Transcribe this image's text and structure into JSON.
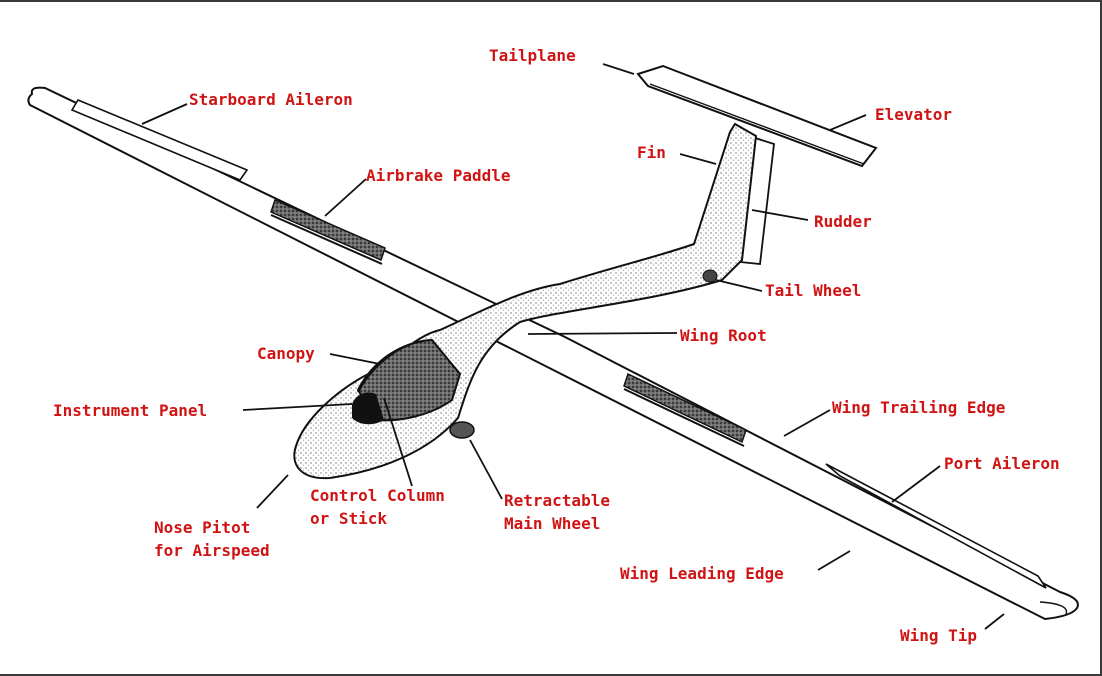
{
  "colors": {
    "label": "#d01414",
    "line": "#111111",
    "surface": "#ffffff",
    "stipple": "#bdbdbd"
  },
  "labels": {
    "tailplane": "Tailplane",
    "starboard_aileron": "Starboard Aileron",
    "elevator": "Elevator",
    "fin": "Fin",
    "airbrake_paddle": "Airbrake Paddle",
    "rudder": "Rudder",
    "tail_wheel": "Tail Wheel",
    "wing_root": "Wing Root",
    "canopy": "Canopy",
    "instrument_panel": "Instrument Panel",
    "wing_trailing_edge": "Wing Trailing Edge",
    "port_aileron": "Port Aileron",
    "control_column_1": "Control Column",
    "control_column_2": "or Stick",
    "retractable_main_wheel_1": "Retractable",
    "retractable_main_wheel_2": "Main Wheel",
    "nose_pitot_1": "Nose Pitot",
    "nose_pitot_2": "for Airspeed",
    "wing_leading_edge": "Wing Leading Edge",
    "wing_tip": "Wing Tip"
  }
}
